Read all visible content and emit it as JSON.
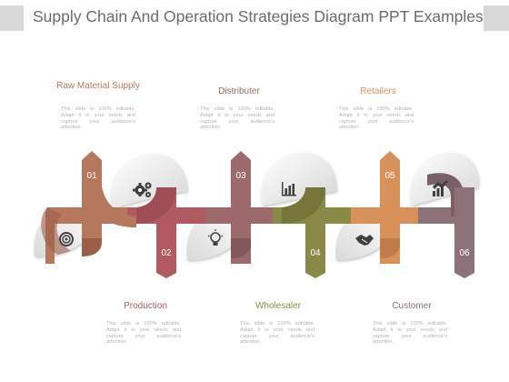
{
  "title": "Supply Chain And Operation Strategies Diagram PPT Examples",
  "steps": [
    {
      "number": "01",
      "label": "Raw Material Supply",
      "color": "#b5785c",
      "icon": "gears-icon",
      "description": "This slide is 100% editable. Adapt it to your needs and capture your audience's attention."
    },
    {
      "number": "02",
      "label": "Production",
      "color": "#b25a62",
      "icon": "target-icon",
      "description": "This slide is 100% editable. Adapt it to your needs and capture your audience's attention."
    },
    {
      "number": "03",
      "label": "Distributer",
      "color": "#9c6a6b",
      "icon": "bar-chart-icon",
      "description": "This slide is 100% editable. Adapt it to your needs and capture your audience's attention."
    },
    {
      "number": "04",
      "label": "Wholesaler",
      "color": "#8a8a46",
      "icon": "lightbulb-icon",
      "description": "This slide is 100% editable. Adapt it to your needs and capture your audience's attention."
    },
    {
      "number": "05",
      "label": "Retailers",
      "color": "#d9915a",
      "icon": "handshake-icon",
      "description": "This slide is 100% editable. Adapt it to your needs and capture your audience's attention."
    },
    {
      "number": "06",
      "label": "Customer",
      "color": "#8c7278",
      "icon": "growth-icon",
      "description": "This slide is 100% editable. Adapt it to your needs and capture your audience's attention."
    }
  ]
}
